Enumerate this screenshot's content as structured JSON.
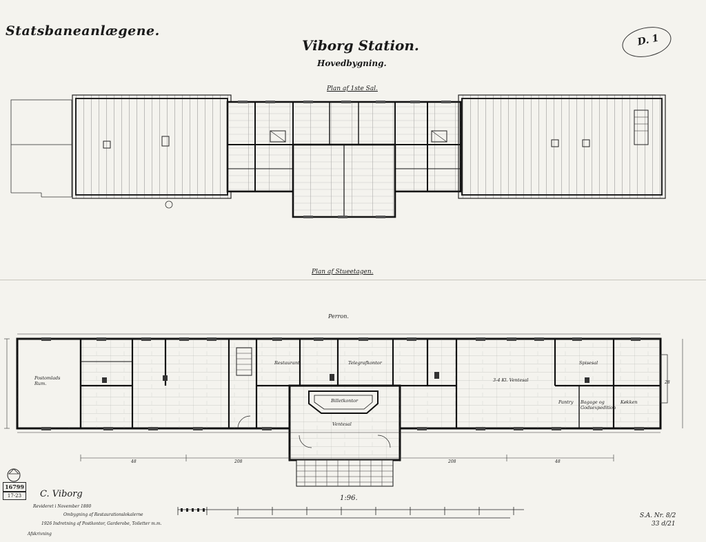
{
  "header": {
    "org": "Statsbaneanlægene.",
    "title": "Viborg Station.",
    "subtitle": "Hovedbygning.",
    "stamp": "D. 1"
  },
  "plans": {
    "upper": "Plan af 1ste Sal.",
    "ground": "Plan af Stueetagen."
  },
  "ground_rooms": {
    "perron": "Perron.",
    "postrum": "Postomlads\nRum.",
    "ventesal": "Ventesal",
    "billet": "Billetkontor",
    "vaerelse": "3-4 Kl. Ventesal",
    "telegraf": "Telegrafkontor",
    "restaurant": "Restaurant",
    "spisesal": "Spisesal",
    "kokken": "Køkken",
    "pantry": "Pantry",
    "bagage": "Bagage og Godsexpedition"
  },
  "dims": [
    "48",
    "208",
    "208",
    "48",
    "28"
  ],
  "scale": "1:96.",
  "seal": {
    "no": "16799",
    "sub": "17-23"
  },
  "footer": {
    "signature": "C. Viborg",
    "ref1": "S.A. Nr. 8/2",
    "ref2": "33 d/21",
    "notes": [
      "Revideret i November 1880",
      "Ombygning af Restaurationslokalerne",
      "1926 Indretning af Postkontor, Garderobe, Toiletter m.m."
    ],
    "note_code": "Afskrivning"
  }
}
